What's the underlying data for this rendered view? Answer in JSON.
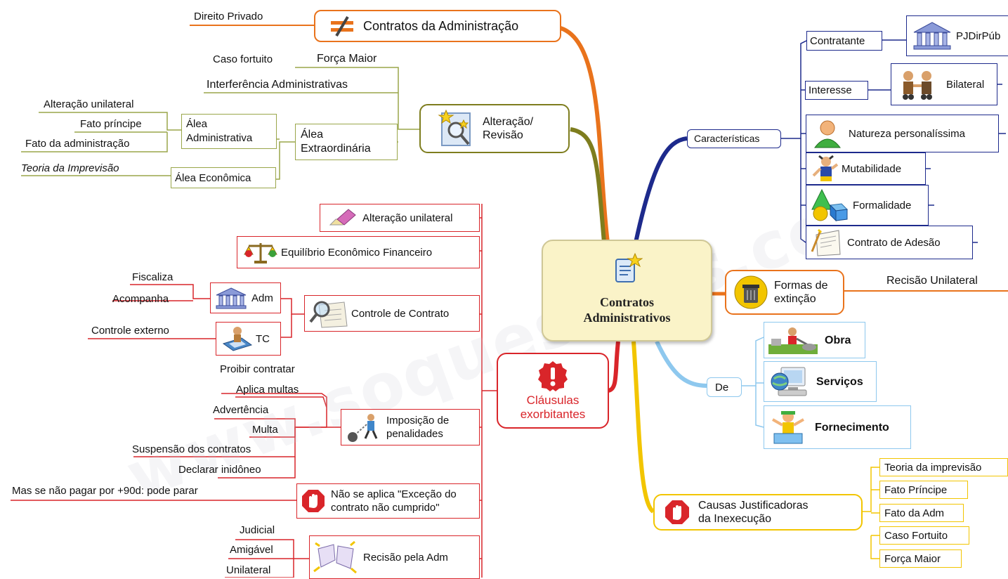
{
  "watermark": "www.soquestoes.com",
  "center": {
    "line1": "Contratos",
    "line2": "Administrativos",
    "icon": "document-star-icon"
  },
  "colors": {
    "orange": "#e9731c",
    "olive": "#7e7d1e",
    "navy": "#1d2a8c",
    "red": "#d9252a",
    "yellow": "#f2c500",
    "lightblue": "#8ec8ee",
    "blue_branch": "#4a8fd0"
  },
  "contratos_administracao": {
    "label": "Contratos da Administração",
    "icon": "not-equal-icon",
    "child": "Direito Privado"
  },
  "alteracao": {
    "label_line1": "Alteração/",
    "label_line2": "Revisão",
    "icon": "magnifier-star-icon",
    "forca_maior": "Força Maior",
    "caso_fortuito": "Caso fortuito",
    "interferencia": "Interferência Administrativas",
    "alea_extra_line1": "Álea",
    "alea_extra_line2": "Extraordinária",
    "alea_admin_line1": "Álea",
    "alea_admin_line2": "Administrativa",
    "alea_admin_items": [
      "Alteração unilateral",
      "Fato príncipe",
      "Fato da administração"
    ],
    "alea_economica": "Álea Econômica",
    "teoria": "Teoria da Imprevisão"
  },
  "clausulas": {
    "label_line1": "Cláusulas",
    "label_line2": "exorbitantes",
    "icon": "alert-badge-icon",
    "alteracao_unilateral": "Alteração unilateral",
    "equilibrio": "Equilíbrio Econômico Financeiro",
    "controle": "Controle de Contrato",
    "adm": "Adm",
    "adm_items": [
      "Fiscaliza",
      "Acompanha"
    ],
    "tc": "TC",
    "tc_item": "Controle externo",
    "penalidades_line1": "Imposição de",
    "penalidades_line2": "penalidades",
    "penalidades_items": [
      "Proibir contratar",
      "Aplica multas",
      "Advertência",
      "Multa",
      "Suspensão dos contratos",
      "Declarar inidôneo"
    ],
    "excecao_line1": "Não se aplica \"Exceção do",
    "excecao_line2": "contrato não cumprido\"",
    "excecao_note": "Mas se não pagar por +90d: pode parar",
    "rescisao": "Recisão pela Adm",
    "rescisao_items": [
      "Judicial",
      "Amigável",
      "Unilateral"
    ]
  },
  "caracteristicas": {
    "label": "Características",
    "contratante": "Contratante",
    "pj": "PJDirPúb",
    "interesse": "Interesse",
    "bilateral": "Bilateral",
    "natureza": "Natureza personalíssima",
    "mutabilidade": "Mutabilidade",
    "formalidade": "Formalidade",
    "adesao": "Contrato de Adesão"
  },
  "extincao": {
    "label_line1": "Formas de",
    "label_line2": "extinção",
    "child": "Recisão Unilateral"
  },
  "de": {
    "label": "De",
    "items": [
      "Obra",
      "Serviços",
      "Fornecimento"
    ]
  },
  "causas": {
    "label_line1": "Causas Justificadoras",
    "label_line2": "da Inexecução",
    "icon": "stop-hand-icon",
    "items": [
      "Teoria da imprevisão",
      "Fato Príncipe",
      "Fato da Adm",
      "Caso Fortuito",
      "Força Maior"
    ]
  }
}
